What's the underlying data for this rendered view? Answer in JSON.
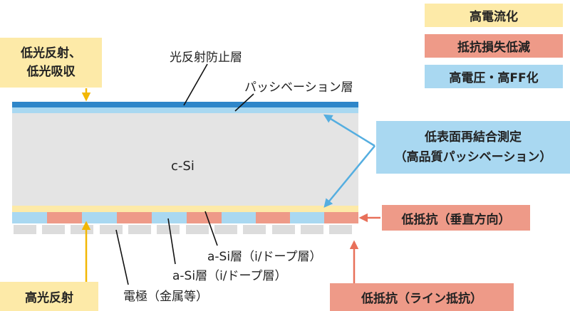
{
  "legend": {
    "high_current": "高電流化",
    "resistance_loss": "抵抗損失低減",
    "high_voltage_ff": "高電圧・高FF化"
  },
  "callouts": {
    "low_reflection": [
      "低光反射、",
      "低光吸収"
    ],
    "low_surface_recomb": [
      "低表面再結合測定",
      "（高品質パッシベーション）"
    ],
    "low_resistance_vertical": "低抵抗（垂直方向）",
    "high_reflection": "高光反射",
    "low_resistance_line": "低抵抗（ライン抵抗）"
  },
  "labels": {
    "antireflection_layer": "光反射防止層",
    "passivation_layer": "パッシベーション層",
    "csi": "c-Si",
    "asi_top": "a-Si層（i/ドープ層）",
    "asi_bottom": "a-Si層（i/ドープ層）",
    "electrode": "電極（金属等）"
  },
  "colors": {
    "yellow": "#fdeaa8",
    "red": "#ee9a88",
    "blue": "#a9d8f1",
    "arc_blue": "#2e86c9",
    "csi_gray": "#e4e4e4",
    "electrode_gray": "#dcdcdc",
    "arrow_yellow": "#f2b705",
    "arrow_red": "#e8705a",
    "arrow_blue": "#55aee0"
  }
}
